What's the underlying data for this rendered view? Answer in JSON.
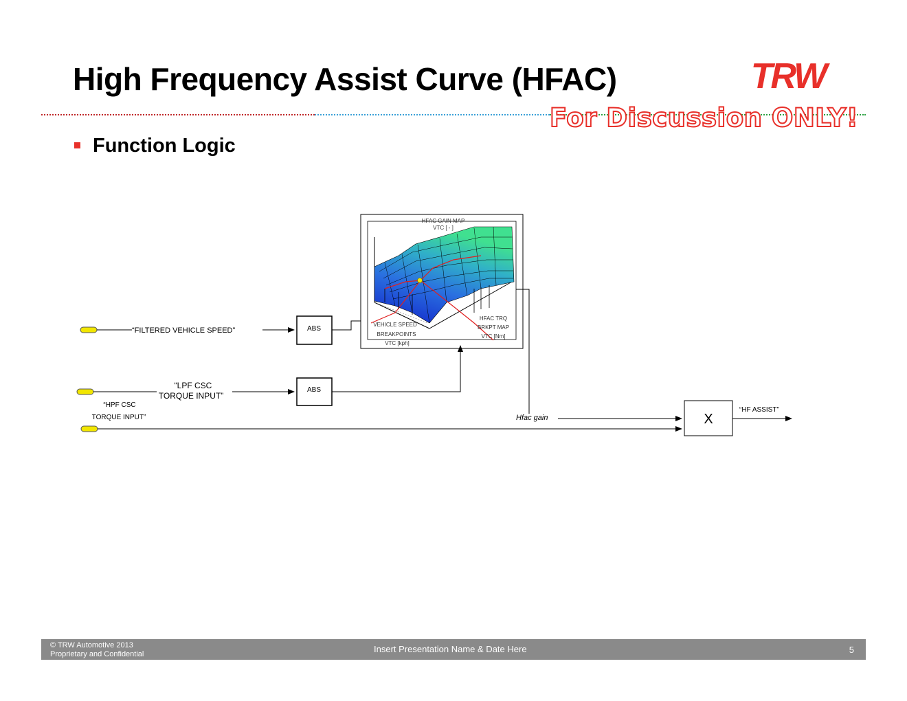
{
  "slide": {
    "title": "High Frequency Assist Curve (HFAC)",
    "logo_text": "TRW",
    "stamp": "For Discussion ONLY!",
    "bullet": "Function Logic"
  },
  "diagram": {
    "signal_vehicle_speed": "“FILTERED VEHICLE SPEED”",
    "signal_lpf_line1": "“LPF CSC",
    "signal_lpf_line2": "TORQUE INPUT”",
    "signal_hpf_line1": "“HPF CSC",
    "signal_hpf_line2": "TORQUE INPUT”",
    "abs_1": "ABS",
    "abs_2": "ABS",
    "table_title_line1": "HFAC GAIN MAP",
    "table_title_line2": "VTC [ - ]",
    "table_x_line1": "VEHICLE SPEED",
    "table_x_line2": "BREAKPOINTS",
    "table_x_line3": "VTC [kph]",
    "table_y_line1": "HFAC TRQ",
    "table_y_line2": "BRKPT MAP",
    "table_y_line3": "VTC [Nm]",
    "gain_label": "Hfac gain",
    "multiply": "X",
    "output": "“HF ASSIST”",
    "colors": {
      "port": "#f2e600",
      "surface_low": "#1020d0",
      "surface_high": "#40e090",
      "red_line": "#e02020"
    }
  },
  "footer": {
    "copyright": "© TRW Automotive 2013",
    "confidential": "Proprietary and Confidential",
    "center": "Insert Presentation Name & Date Here",
    "page": "5"
  }
}
